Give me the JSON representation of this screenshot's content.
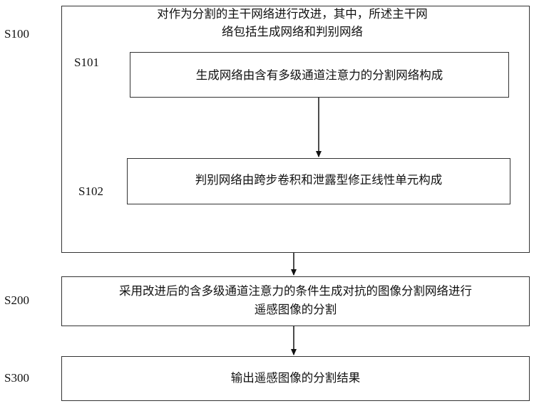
{
  "steps": {
    "s100": {
      "label": "S100",
      "text_line1": "对作为分割的主干网络进行改进，其中，所述主干网",
      "text_line2": "络包括生成网络和判别网络"
    },
    "s101": {
      "label": "S101",
      "text": "生成网络由含有多级通道注意力的分割网络构成"
    },
    "s102": {
      "label": "S102",
      "text": "判别网络由跨步卷积和泄露型修正线性单元构成"
    },
    "s200": {
      "label": "S200",
      "text_line1": "采用改进后的含多级通道注意力的条件生成对抗的图像分割网络进行",
      "text_line2": "遥感图像的分割"
    },
    "s300": {
      "label": "S300",
      "text": "输出遥感图像的分割结果"
    }
  },
  "colors": {
    "stroke": "#333333",
    "text": "#111111",
    "background": "#ffffff"
  }
}
